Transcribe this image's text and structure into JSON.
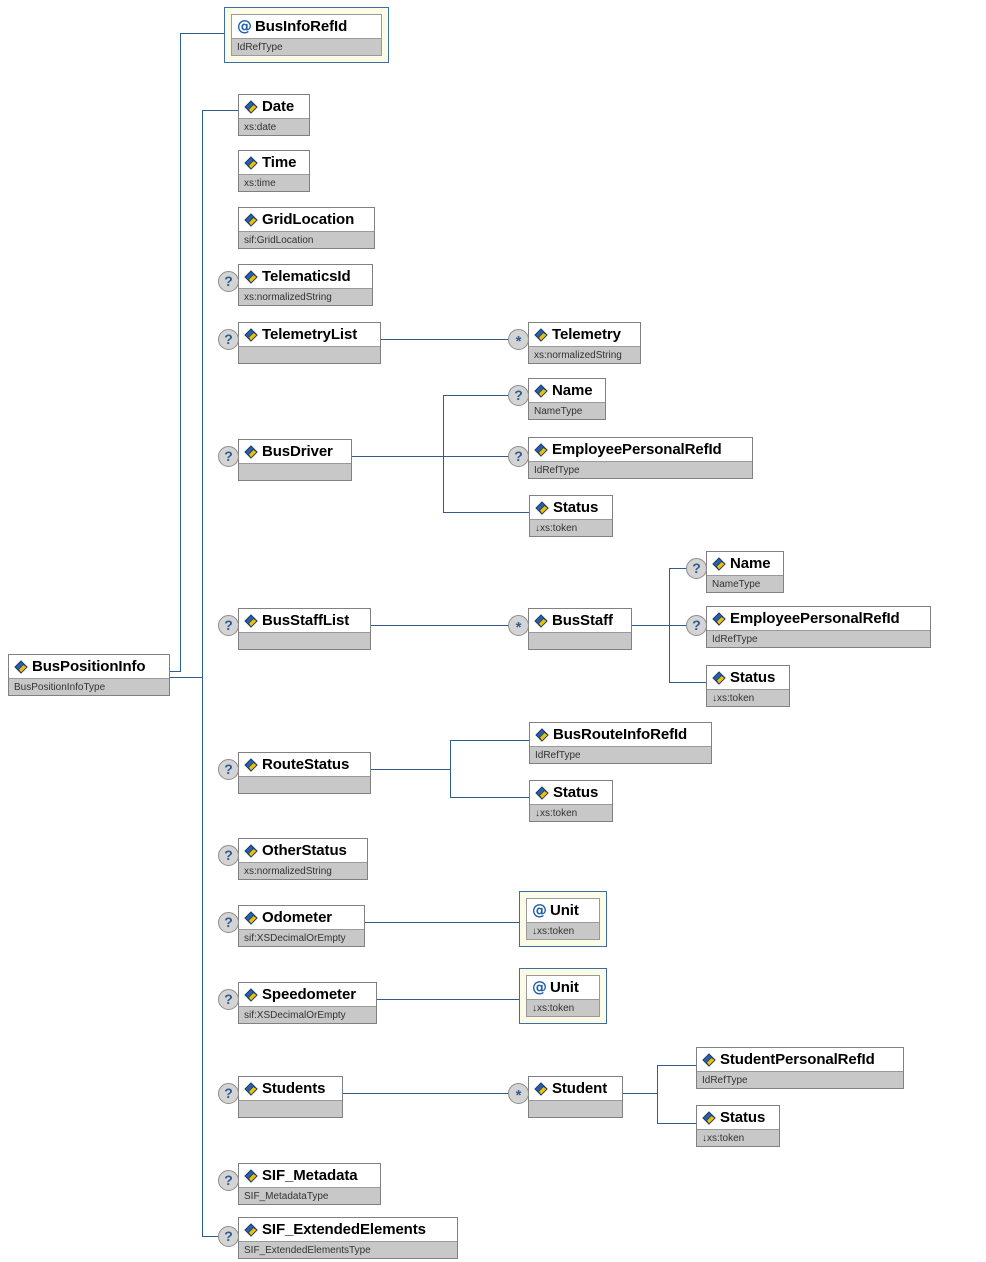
{
  "diagram": {
    "title": "BusPositionInfo XML Schema Structure",
    "type": "xsd-tree",
    "colors": {
      "connector": "#2f5c8f",
      "element_icon_blue": "#2a5fa8",
      "element_icon_gold": "#f0c000",
      "attribute_box_border": "#3a6ea5",
      "attribute_box_fill": "#fbfbe8",
      "type_row_fill": "#c8c8c8",
      "marker_fill": "#d4d4d4",
      "node_border": "#808080"
    },
    "markers": {
      "optional": "?",
      "repeating": "*"
    },
    "icons": {
      "element": "element-icon",
      "attribute": "@"
    }
  },
  "nodes": {
    "root": {
      "name": "BusPositionInfo",
      "type": "BusPositionInfoType",
      "kind": "element",
      "marker": ""
    },
    "bus_info_ref_id": {
      "name": "BusInfoRefId",
      "type": "IdRefType",
      "kind": "attribute",
      "marker": ""
    },
    "date": {
      "name": "Date",
      "type": "xs:date",
      "kind": "element",
      "marker": ""
    },
    "time": {
      "name": "Time",
      "type": "xs:time",
      "kind": "element",
      "marker": ""
    },
    "grid_location": {
      "name": "GridLocation",
      "type": "sif:GridLocation",
      "kind": "element",
      "marker": ""
    },
    "telematics_id": {
      "name": "TelematicsId",
      "type": "xs:normalizedString",
      "kind": "element",
      "marker": "?"
    },
    "telemetry_list": {
      "name": "TelemetryList",
      "type": "",
      "kind": "element",
      "marker": "?"
    },
    "telemetry": {
      "name": "Telemetry",
      "type": "xs:normalizedString",
      "kind": "element",
      "marker": "*"
    },
    "bus_driver": {
      "name": "BusDriver",
      "type": "",
      "kind": "element",
      "marker": "?"
    },
    "bus_driver_name": {
      "name": "Name",
      "type": "NameType",
      "kind": "element",
      "marker": "?"
    },
    "bus_driver_employee_ref": {
      "name": "EmployeePersonalRefId",
      "type": "IdRefType",
      "kind": "element",
      "marker": "?"
    },
    "bus_driver_status": {
      "name": "Status",
      "type": "↓xs:token",
      "kind": "element",
      "marker": ""
    },
    "bus_staff_list": {
      "name": "BusStaffList",
      "type": "",
      "kind": "element",
      "marker": "?"
    },
    "bus_staff": {
      "name": "BusStaff",
      "type": "",
      "kind": "element",
      "marker": "*"
    },
    "bus_staff_name": {
      "name": "Name",
      "type": "NameType",
      "kind": "element",
      "marker": "?"
    },
    "bus_staff_employee_ref": {
      "name": "EmployeePersonalRefId",
      "type": "IdRefType",
      "kind": "element",
      "marker": "?"
    },
    "bus_staff_status": {
      "name": "Status",
      "type": "↓xs:token",
      "kind": "element",
      "marker": ""
    },
    "route_status": {
      "name": "RouteStatus",
      "type": "",
      "kind": "element",
      "marker": "?"
    },
    "bus_route_info_ref_id": {
      "name": "BusRouteInfoRefId",
      "type": "IdRefType",
      "kind": "element",
      "marker": ""
    },
    "route_status_status": {
      "name": "Status",
      "type": "↓xs:token",
      "kind": "element",
      "marker": ""
    },
    "other_status": {
      "name": "OtherStatus",
      "type": "xs:normalizedString",
      "kind": "element",
      "marker": "?"
    },
    "odometer": {
      "name": "Odometer",
      "type": "sif:XSDecimalOrEmpty",
      "kind": "element",
      "marker": "?"
    },
    "odometer_unit": {
      "name": "Unit",
      "type": "↓xs:token",
      "kind": "attribute",
      "marker": ""
    },
    "speedometer": {
      "name": "Speedometer",
      "type": "sif:XSDecimalOrEmpty",
      "kind": "element",
      "marker": "?"
    },
    "speedometer_unit": {
      "name": "Unit",
      "type": "↓xs:token",
      "kind": "attribute",
      "marker": ""
    },
    "students": {
      "name": "Students",
      "type": "",
      "kind": "element",
      "marker": "?"
    },
    "student": {
      "name": "Student",
      "type": "",
      "kind": "element",
      "marker": "*"
    },
    "student_personal_ref_id": {
      "name": "StudentPersonalRefId",
      "type": "IdRefType",
      "kind": "element",
      "marker": ""
    },
    "student_status": {
      "name": "Status",
      "type": "↓xs:token",
      "kind": "element",
      "marker": ""
    },
    "sif_metadata": {
      "name": "SIF_Metadata",
      "type": "SIF_MetadataType",
      "kind": "element",
      "marker": "?"
    },
    "sif_extended_elements": {
      "name": "SIF_ExtendedElements",
      "type": "SIF_ExtendedElementsType",
      "kind": "element",
      "marker": "?"
    }
  }
}
